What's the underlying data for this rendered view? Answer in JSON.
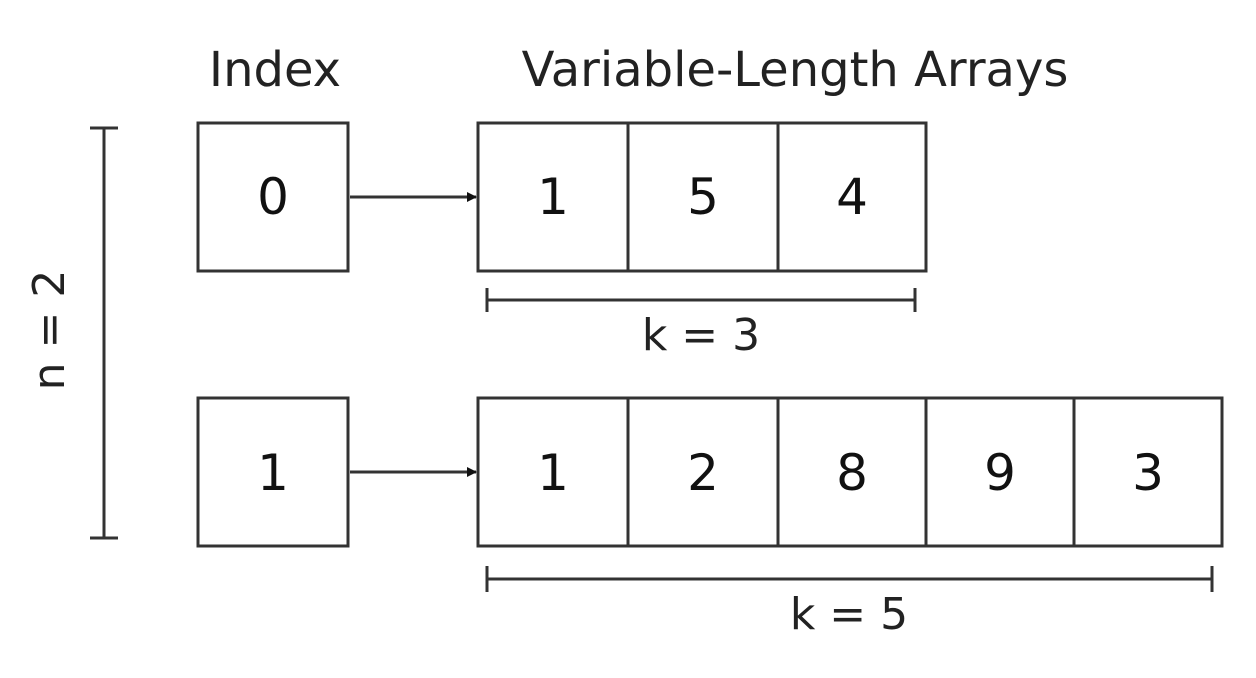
{
  "headers": {
    "index": "Index",
    "arrays": "Variable-Length Arrays"
  },
  "n_label": "n = 2",
  "rows": [
    {
      "index": "0",
      "values": [
        "1",
        "5",
        "4"
      ],
      "k_label": "k = 3"
    },
    {
      "index": "1",
      "values": [
        "1",
        "2",
        "8",
        "9",
        "3"
      ],
      "k_label": "k = 5"
    }
  ],
  "colors": {
    "stroke": "#333333",
    "text": "#111111",
    "background": "#ffffff"
  }
}
